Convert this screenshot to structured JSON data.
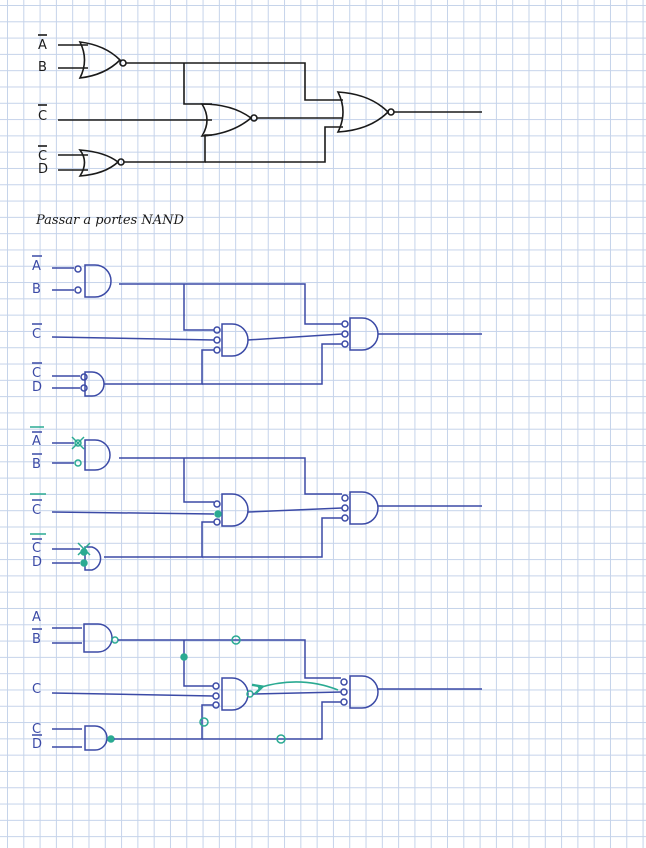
{
  "title": "Passar a portes NAND",
  "colors": {
    "black": "#1a1a1a",
    "blue": "#3b4aa6",
    "green": "#2aaa92"
  },
  "circuit_1": {
    "inputs": [
      "A",
      "B",
      "C",
      "C",
      "D"
    ],
    "bars": [
      true,
      false,
      true,
      true,
      false
    ]
  },
  "circuit_2": {
    "inputs": [
      "A",
      "B",
      "C",
      "C",
      "D"
    ],
    "bars": [
      true,
      false,
      true,
      true,
      false
    ]
  },
  "circuit_3": {
    "inputs": [
      "A",
      "B",
      "C",
      "C",
      "D"
    ],
    "bars": [
      true,
      true,
      true,
      true,
      false
    ],
    "double_bars": [
      true,
      true,
      true,
      true,
      false
    ]
  },
  "circuit_4": {
    "inputs": [
      "A",
      "B",
      "C",
      "C",
      "D"
    ],
    "bars": [
      false,
      true,
      false,
      false,
      true
    ]
  }
}
